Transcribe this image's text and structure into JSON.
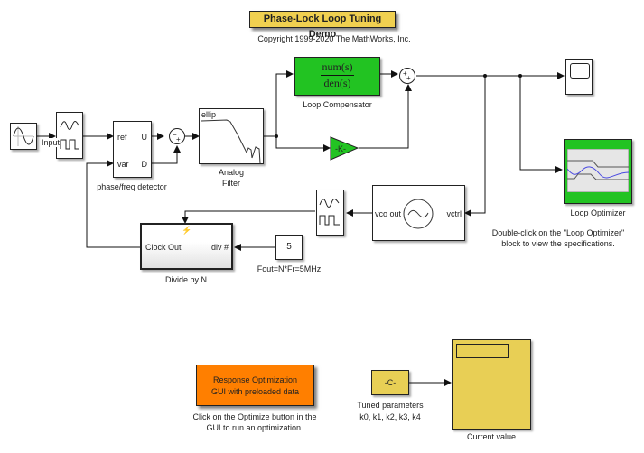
{
  "title": "Phase-Lock Loop Tuning Demo",
  "copyright": "Copyright 1999-2020 The MathWorks, Inc.",
  "blocks": {
    "sine_source": {
      "icon": "sine-wave-icon"
    },
    "sine_to_square": {
      "icon": "sine-square-icon",
      "input_label": "Input"
    },
    "pfd": {
      "label": "phase/freq detector",
      "ports": {
        "ref": "ref",
        "var": "var",
        "U": "U",
        "D": "D"
      }
    },
    "sum1": {
      "signs": "-+"
    },
    "analog_filter": {
      "label_line1": "Analog",
      "label_line2": "Filter",
      "inner": "ellip"
    },
    "loop_compensator": {
      "label": "Loop Compensator",
      "num": "num(s)",
      "den": "den(s)"
    },
    "gain": {
      "text": "-K-"
    },
    "sum2": {
      "signs": "++"
    },
    "scope": {
      "icon": "scope-icon"
    },
    "loop_optimizer": {
      "label": "Loop Optimizer"
    },
    "optimizer_note": {
      "line1": "Double-click on the \"Loop Optimizer\"",
      "line2": "block to view the specifications."
    },
    "vco": {
      "port_out": "vco out",
      "port_in": "vctrl"
    },
    "sine_to_square2": {
      "icon": "sine-square-icon"
    },
    "divider": {
      "label": "Divide by N",
      "port_out": "Clock Out",
      "port_in": "div #"
    },
    "constant": {
      "value": "5",
      "label": "Fout=N*Fr=5MHz"
    },
    "response_opt": {
      "line1": "Response Optimization",
      "line2": "GUI with preloaded data",
      "note1": "Click on the Optimize button in the",
      "note2": "GUI to run an optimization."
    },
    "tuned_const": {
      "text": "-C-",
      "label1": "Tuned parameters",
      "label2": "k0, k1, k2, k3, k4"
    },
    "display": {
      "label": "Current value"
    }
  },
  "colors": {
    "green": "#22c322",
    "yellow": "#e8cf55",
    "orange": "#ff7f00",
    "title_bg": "#f0d050"
  }
}
